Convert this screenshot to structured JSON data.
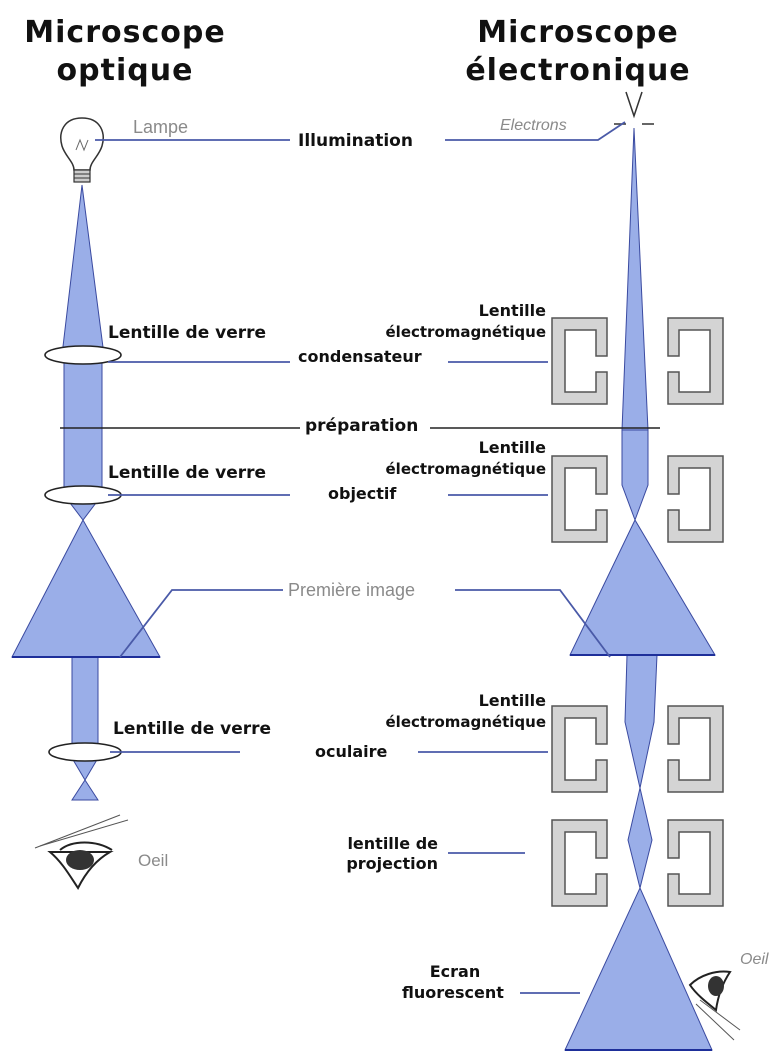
{
  "titles": {
    "left": [
      "Microscope",
      "optique"
    ],
    "right": [
      "Microscope",
      "électronique"
    ]
  },
  "labels": {
    "lampe": "Lampe",
    "electrons": "Electrons",
    "illumination": "Illumination",
    "lentille_verre_1": "Lentille de verre",
    "lentille_em_1": [
      "Lentille",
      "électromagnétique"
    ],
    "condensateur": "condensateur",
    "preparation": "préparation",
    "lentille_verre_2": "Lentille de verre",
    "lentille_em_2": [
      "Lentille",
      "électromagnétique"
    ],
    "objectif": "objectif",
    "premiere_image": "Première image",
    "lentille_em_3": [
      "Lentille",
      "électromagnétique"
    ],
    "lentille_verre_3": "Lentille de verre",
    "oculaire": "oculaire",
    "lentille_projection": [
      "lentille de",
      "projection"
    ],
    "oeil_left": "Oeil",
    "ecran": [
      "Ecran",
      "fluorescent"
    ],
    "oeil_right": "Oeil"
  },
  "colors": {
    "beam": "#9aaee8",
    "leader_line": "#4a5aa8",
    "coil": "#d4d4d4"
  }
}
